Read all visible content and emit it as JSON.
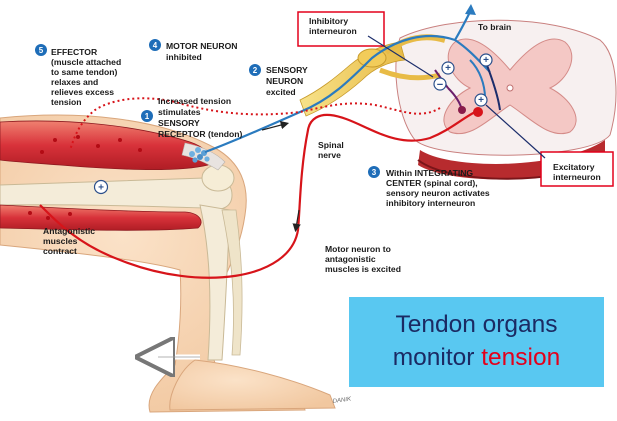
{
  "labels": {
    "step1_line1": "Increased tension",
    "step1_line2": "stimulates",
    "step1_line3": "SENSORY",
    "step1_line4": "RECEPTOR (tendon)",
    "step2_line1": "SENSORY",
    "step2_line2": "NEURON",
    "step2_line3": "excited",
    "step3_line1": "Within INTEGRATING",
    "step3_line2": "CENTER (spinal cord),",
    "step3_line3": "sensory neuron activates",
    "step3_line4": "inhibitory interneuron",
    "step4_line1": "MOTOR NEURON",
    "step4_line2": "inhibited",
    "step5_line1": "EFFECTOR",
    "step5_line2": "(muscle attached",
    "step5_line3": "to same tendon)",
    "step5_line4": "relaxes and",
    "step5_line5": "relieves excess",
    "step5_line6": "tension",
    "inhibitory_line1": "Inhibitory",
    "inhibitory_line2": "interneuron",
    "excitatory_line1": "Excitatory",
    "excitatory_line2": "interneuron",
    "to_brain": "To brain",
    "spinal_line1": "Spinal",
    "spinal_line2": "nerve",
    "antagonistic_line1": "Antagonistic",
    "antagonistic_line2": "muscles",
    "antagonistic_line3": "contract",
    "motor_line1": "Motor neuron to",
    "motor_line2": "antagonistic",
    "motor_line3": "muscles is excited",
    "artist": "DANIK"
  },
  "numbers": {
    "n1": "1",
    "n2": "2",
    "n3": "3",
    "n4": "4",
    "n5": "5"
  },
  "signs": {
    "plus": "+",
    "minus": "−"
  },
  "banner": {
    "line1": "Tendon organs",
    "line2_prefix": "monitor ",
    "line2_highlight": "tension"
  },
  "colors": {
    "sensory_neuron": "#2b7bbf",
    "motor_neuron": "#d7141a",
    "interneuron": "#6b1f6b",
    "callout_box": "#e3001b",
    "step_badge": "#1e6db8",
    "banner_bg": "#59c8f1",
    "banner_text": "#1b2a63",
    "banner_highlight": "#e3001b"
  }
}
